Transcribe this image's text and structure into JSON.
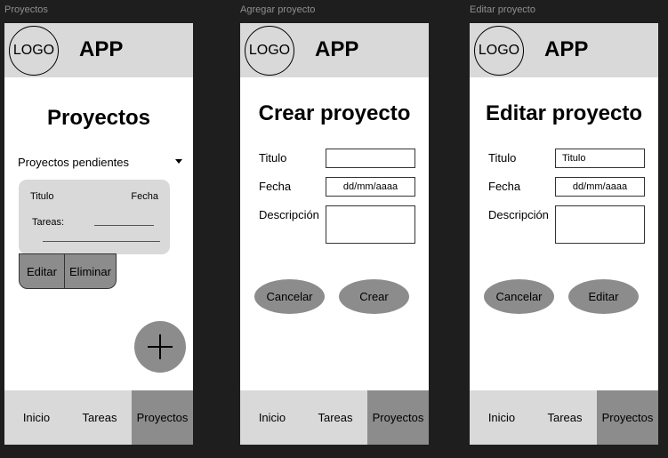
{
  "frames": {
    "proyectos": {
      "label": "Proyectos",
      "logo": "LOGO",
      "app": "APP",
      "title": "Proyectos",
      "filter": "Proyectos pendientes",
      "card": {
        "titulo": "Titulo",
        "fecha": "Fecha",
        "tareas": "Tareas:"
      },
      "edit_button": "Editar",
      "delete_button": "Eliminar",
      "nav": [
        "Inicio",
        "Tareas",
        "Proyectos"
      ]
    },
    "agregar": {
      "label": "Agregar proyecto",
      "logo": "LOGO",
      "app": "APP",
      "title": "Crear proyecto",
      "fields": {
        "titulo_label": "Titulo",
        "fecha_label": "Fecha",
        "fecha_value": "dd/mm/aaaa",
        "descripcion_label": "Descripción"
      },
      "cancel_button": "Cancelar",
      "create_button": "Crear",
      "nav": [
        "Inicio",
        "Tareas",
        "Proyectos"
      ]
    },
    "editar": {
      "label": "Editar proyecto",
      "logo": "LOGO",
      "app": "APP",
      "title": "Editar proyecto",
      "fields": {
        "titulo_label": "Titulo",
        "titulo_value": "Titulo",
        "fecha_label": "Fecha",
        "fecha_value": "dd/mm/aaaa",
        "descripcion_label": "Descripción"
      },
      "cancel_button": "Cancelar",
      "save_button": "Editar",
      "nav": [
        "Inicio",
        "Tareas",
        "Proyectos"
      ]
    }
  },
  "colors": {
    "canvas": "#1e1e1e",
    "header": "#d9d9d9",
    "active": "#8c8c8c"
  }
}
